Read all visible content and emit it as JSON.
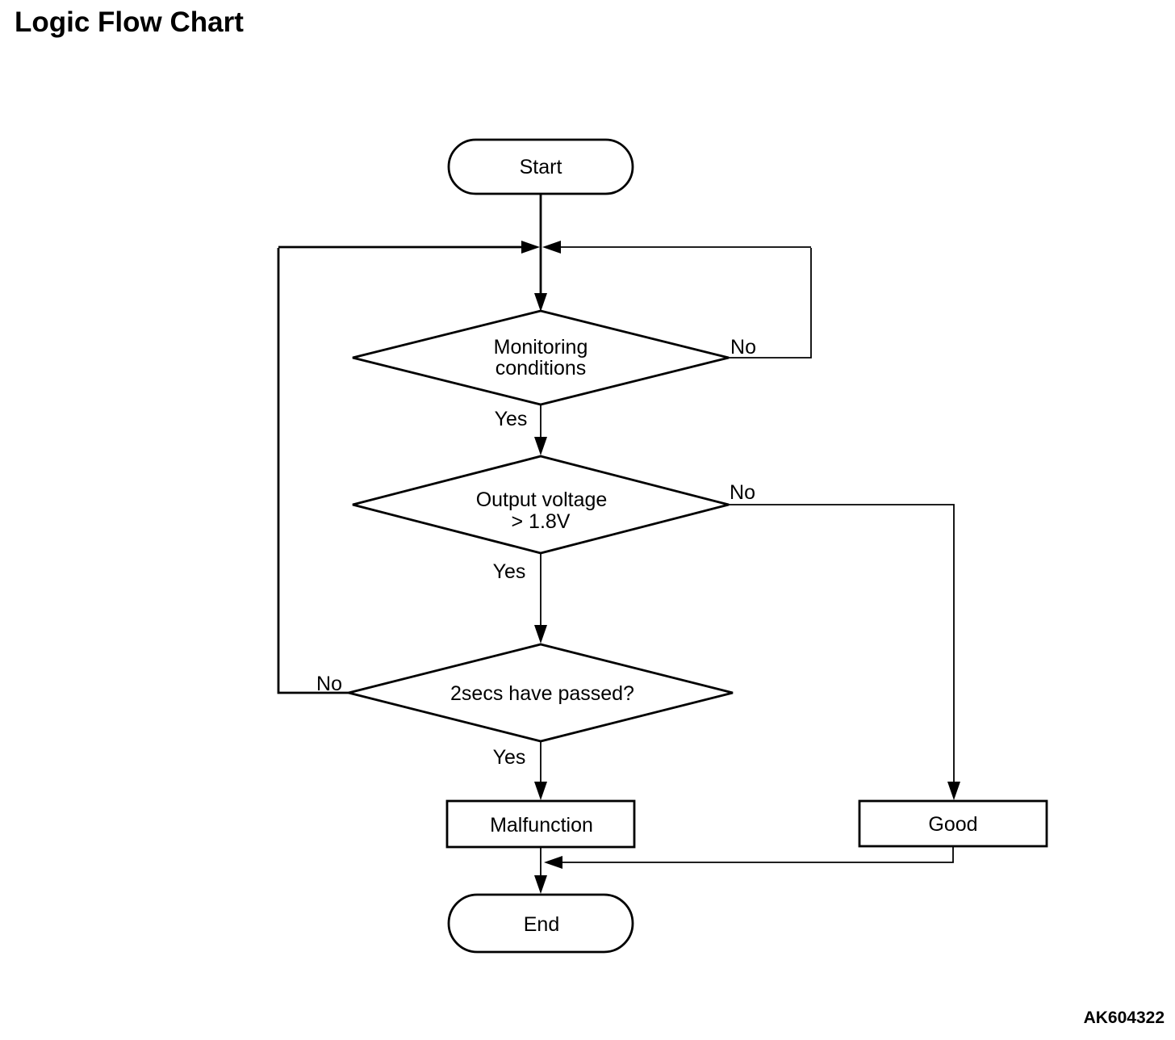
{
  "title": "Logic Flow Chart",
  "figure_code": "AK604322",
  "colors": {
    "ink": "#000000",
    "background": "#ffffff"
  },
  "flowchart": {
    "nodes": {
      "start": {
        "type": "terminator",
        "label": "Start"
      },
      "monitoring": {
        "type": "decision",
        "line1": "Monitoring",
        "line2": "conditions"
      },
      "voltage": {
        "type": "decision",
        "line1": "Output voltage",
        "line2": "> 1.8V"
      },
      "timer": {
        "type": "decision",
        "label": "2secs have passed?"
      },
      "malfunction": {
        "type": "process",
        "label": "Malfunction"
      },
      "good": {
        "type": "process",
        "label": "Good"
      },
      "end": {
        "type": "terminator",
        "label": "End"
      }
    },
    "edge_labels": {
      "monitoring_yes": "Yes",
      "monitoring_no": "No",
      "voltage_yes": "Yes",
      "voltage_no": "No",
      "timer_yes": "Yes",
      "timer_no": "No"
    }
  }
}
